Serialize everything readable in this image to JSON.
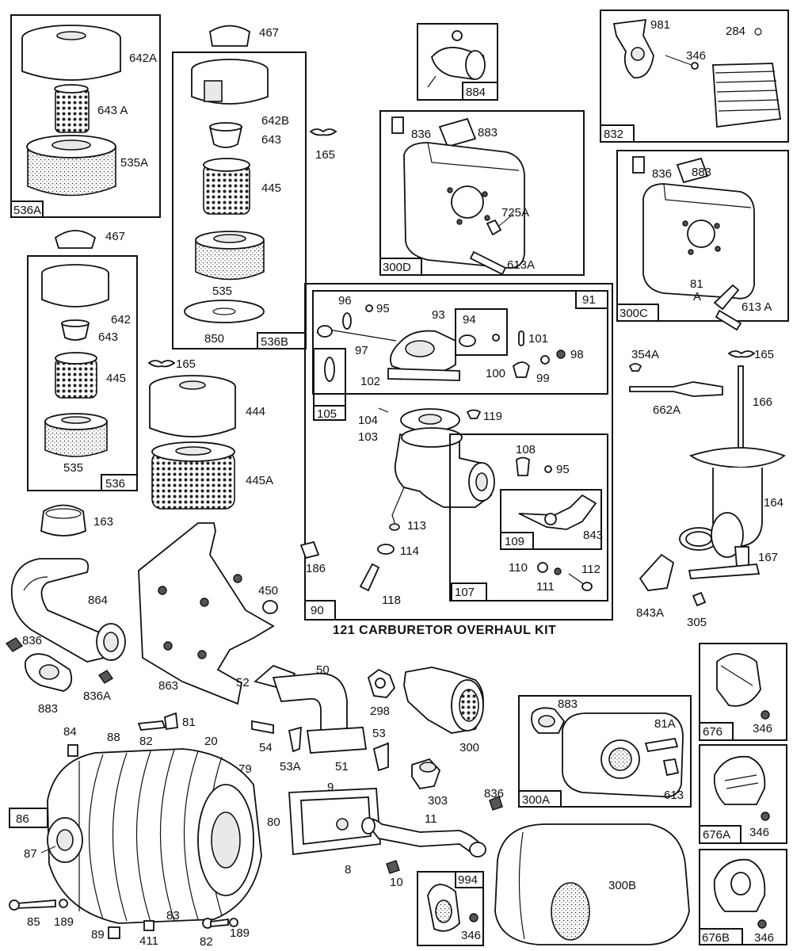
{
  "diagram": {
    "kit_caption": "121 CARBURETOR OVERHAUL KIT",
    "labels": {
      "l642A": "642A",
      "l643A": "643 A",
      "l535A": "535A",
      "l536A": "536A",
      "l467a": "467",
      "l642B": "642B",
      "l643a": "643",
      "l445a": "445",
      "l535a": "535",
      "l850": "850",
      "l536B": "536B",
      "l165a": "165",
      "l467b": "467",
      "l642": "642",
      "l643b": "643",
      "l445b": "445",
      "l535b": "535",
      "l536": "536",
      "l165b": "165",
      "l444": "444",
      "l445A": "445A",
      "l163": "163",
      "l884": "884",
      "l836a": "836",
      "l883a": "883",
      "l725A": "725A",
      "l613Aa": "613A",
      "l300D": "300D",
      "l981": "981",
      "l284": "284",
      "l346a": "346",
      "l832": "832",
      "l836b": "836",
      "l883b": "883",
      "l81": "81",
      "lA": "A",
      "l613Ab": "613 A",
      "l300C": "300C",
      "l91": "91",
      "l96": "96",
      "l95a": "95",
      "l93": "93",
      "l94": "94",
      "l101": "101",
      "l97": "97",
      "l98": "98",
      "l102": "102",
      "l100": "100",
      "l99": "99",
      "l105": "105",
      "l104": "104",
      "l119": "119",
      "l103": "103",
      "l108": "108",
      "l95b": "95",
      "l113": "113",
      "l843": "843",
      "l109": "109",
      "l114": "114",
      "l110": "110",
      "l112": "112",
      "l111": "111",
      "l186": "186",
      "l118": "118",
      "l107": "107",
      "l90": "90",
      "l354A": "354A",
      "l165c": "165",
      "l662A": "662A",
      "l166": "166",
      "l164": "164",
      "l167": "167",
      "l843A": "843A",
      "l305": "305",
      "l864": "864",
      "l836c": "836",
      "l883c": "883",
      "l836A": "836A",
      "l450": "450",
      "l863": "863",
      "l50": "50",
      "l52": "52",
      "l298": "298",
      "l53": "53",
      "l54": "54",
      "l53A": "53A",
      "l51": "51",
      "l300": "300",
      "l303": "303",
      "l84": "84",
      "l88": "88",
      "l82a": "82",
      "l81b": "81",
      "l20": "20",
      "l79": "79",
      "l86": "86",
      "l87": "87",
      "l80": "80",
      "l9": "9",
      "l8": "8",
      "l11": "11",
      "l10": "10",
      "l85": "85",
      "l189a": "189",
      "l83": "83",
      "l89": "89",
      "l411": "411",
      "l82b": "82",
      "l189b": "189",
      "l883d": "883",
      "l81A": "81A",
      "l613": "613",
      "l300A": "300A",
      "l836d": "836",
      "l994": "994",
      "l346b": "346",
      "l300B": "300B",
      "l676": "676",
      "l346c": "346",
      "l676A": "676A",
      "l346d": "346",
      "l676B": "676B",
      "l346e": "346"
    }
  }
}
